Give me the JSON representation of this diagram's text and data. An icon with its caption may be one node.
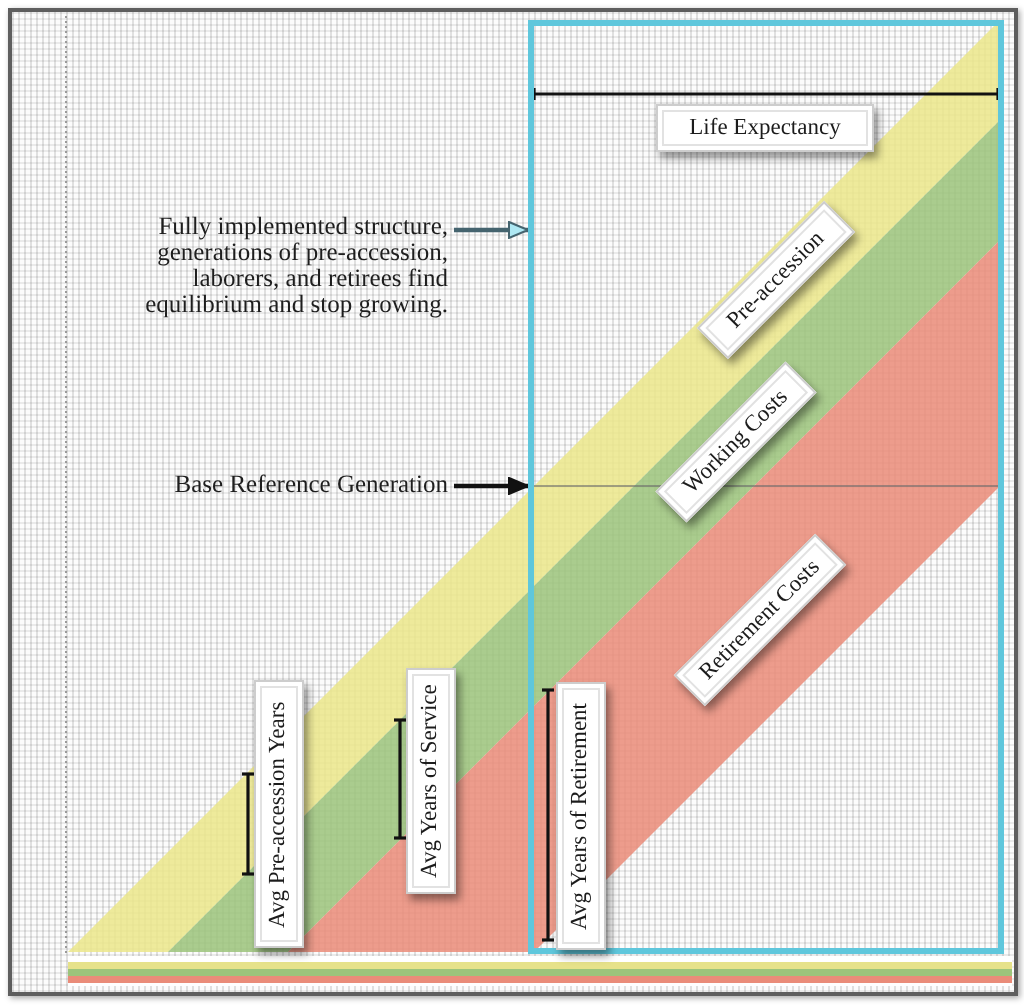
{
  "diagram": {
    "nodes": [
      {
        "text": [],
        "shape": "box"
      },
      {
        "text": [
          "Life Expectancy"
        ],
        "in": 0
      },
      {
        "text": [
          "Fully implemented structure, generations of pre-accession, laborers, and retirees find equilibrium and stop growing."
        ]
      },
      {
        "text": [
          "Pre-accession"
        ],
        "in": 0
      },
      {
        "text": [
          "Working Costs"
        ],
        "in": 0
      },
      {
        "text": [
          "Base Reference Generation"
        ]
      },
      {
        "text": [
          "Retirement Costs"
        ],
        "in": 0
      },
      {
        "text": [
          "Avg Pre-accession Years"
        ]
      },
      {
        "text": [
          "Avg Years of Service"
        ]
      },
      {
        "text": [
          "Avg Years of Retirement"
        ],
        "in": 0
      }
    ],
    "edges": [
      {
        "from": 2,
        "to": 0,
        "arrow": "to",
        "color": "#45646f"
      },
      {
        "from": 5,
        "to": 0,
        "arrow": "to",
        "color": "#111111"
      }
    ]
  }
}
